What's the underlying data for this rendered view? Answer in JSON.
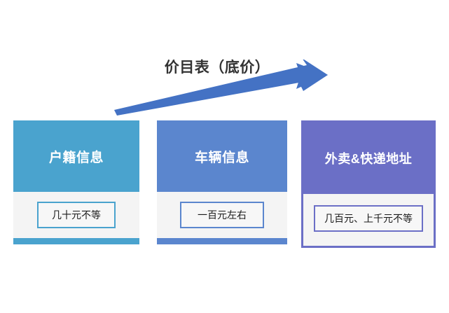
{
  "slide": {
    "background": "#ffffff",
    "title": "价目表（底价）",
    "title_color": "#333333"
  },
  "arrow": {
    "name": "upward-trend-arrow",
    "color": "#4472c4",
    "direction": "up-right"
  },
  "cards": [
    {
      "id": "household-registration",
      "header": "户籍信息",
      "value": "几十元不等",
      "accent": "#4aa3ce",
      "highlighted": false
    },
    {
      "id": "vehicle-information",
      "header": "车辆信息",
      "value": "一百元左右",
      "accent": "#5b86ce",
      "highlighted": false
    },
    {
      "id": "delivery-address",
      "header": "外卖&快递地址",
      "value": "几百元、上千元不等",
      "accent": "#6b6fc6",
      "highlighted": true
    }
  ]
}
